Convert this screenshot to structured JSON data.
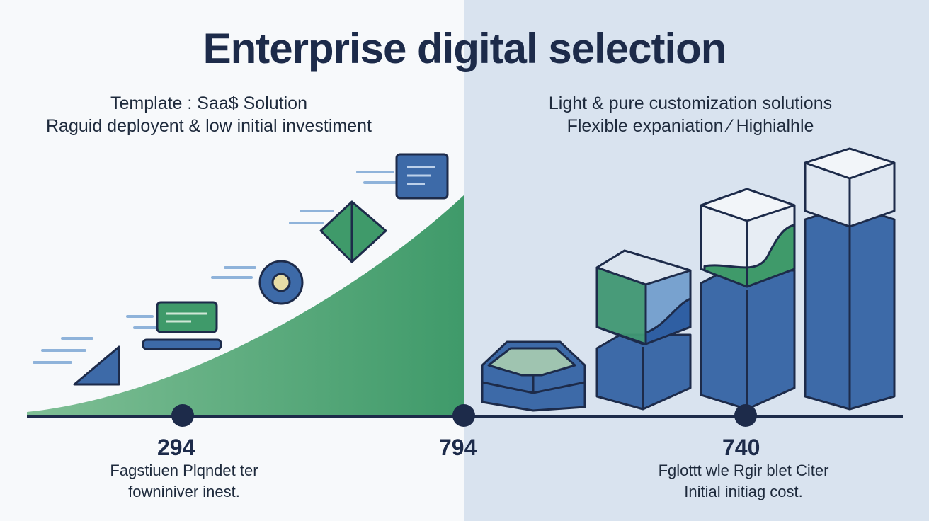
{
  "title": "Enterprise digital selection",
  "left": {
    "heading": "Template : Saa$ Solution",
    "subheading": "Raguid deployent & low initial investiment"
  },
  "right": {
    "heading": "Light & pure customization solutions",
    "subheading": "Flexible expaniation ⁄ Highialhle"
  },
  "markers": [
    {
      "value": "294",
      "caption_line1": "Fagstiuen  Plqndet  ter",
      "caption_line2": "fowniniver  inest."
    },
    {
      "value": "794"
    },
    {
      "value": "740",
      "caption_line1": "Fglottt  wle  Rgir  blet  Citer",
      "caption_line2": "Initial  initiag  cost."
    }
  ],
  "colors": {
    "navy": "#1d2b4a",
    "green": "#3f9a6a",
    "blue": "#3d6aa8",
    "left_bg": "#f7f9fb",
    "right_bg": "#d9e3ef"
  }
}
